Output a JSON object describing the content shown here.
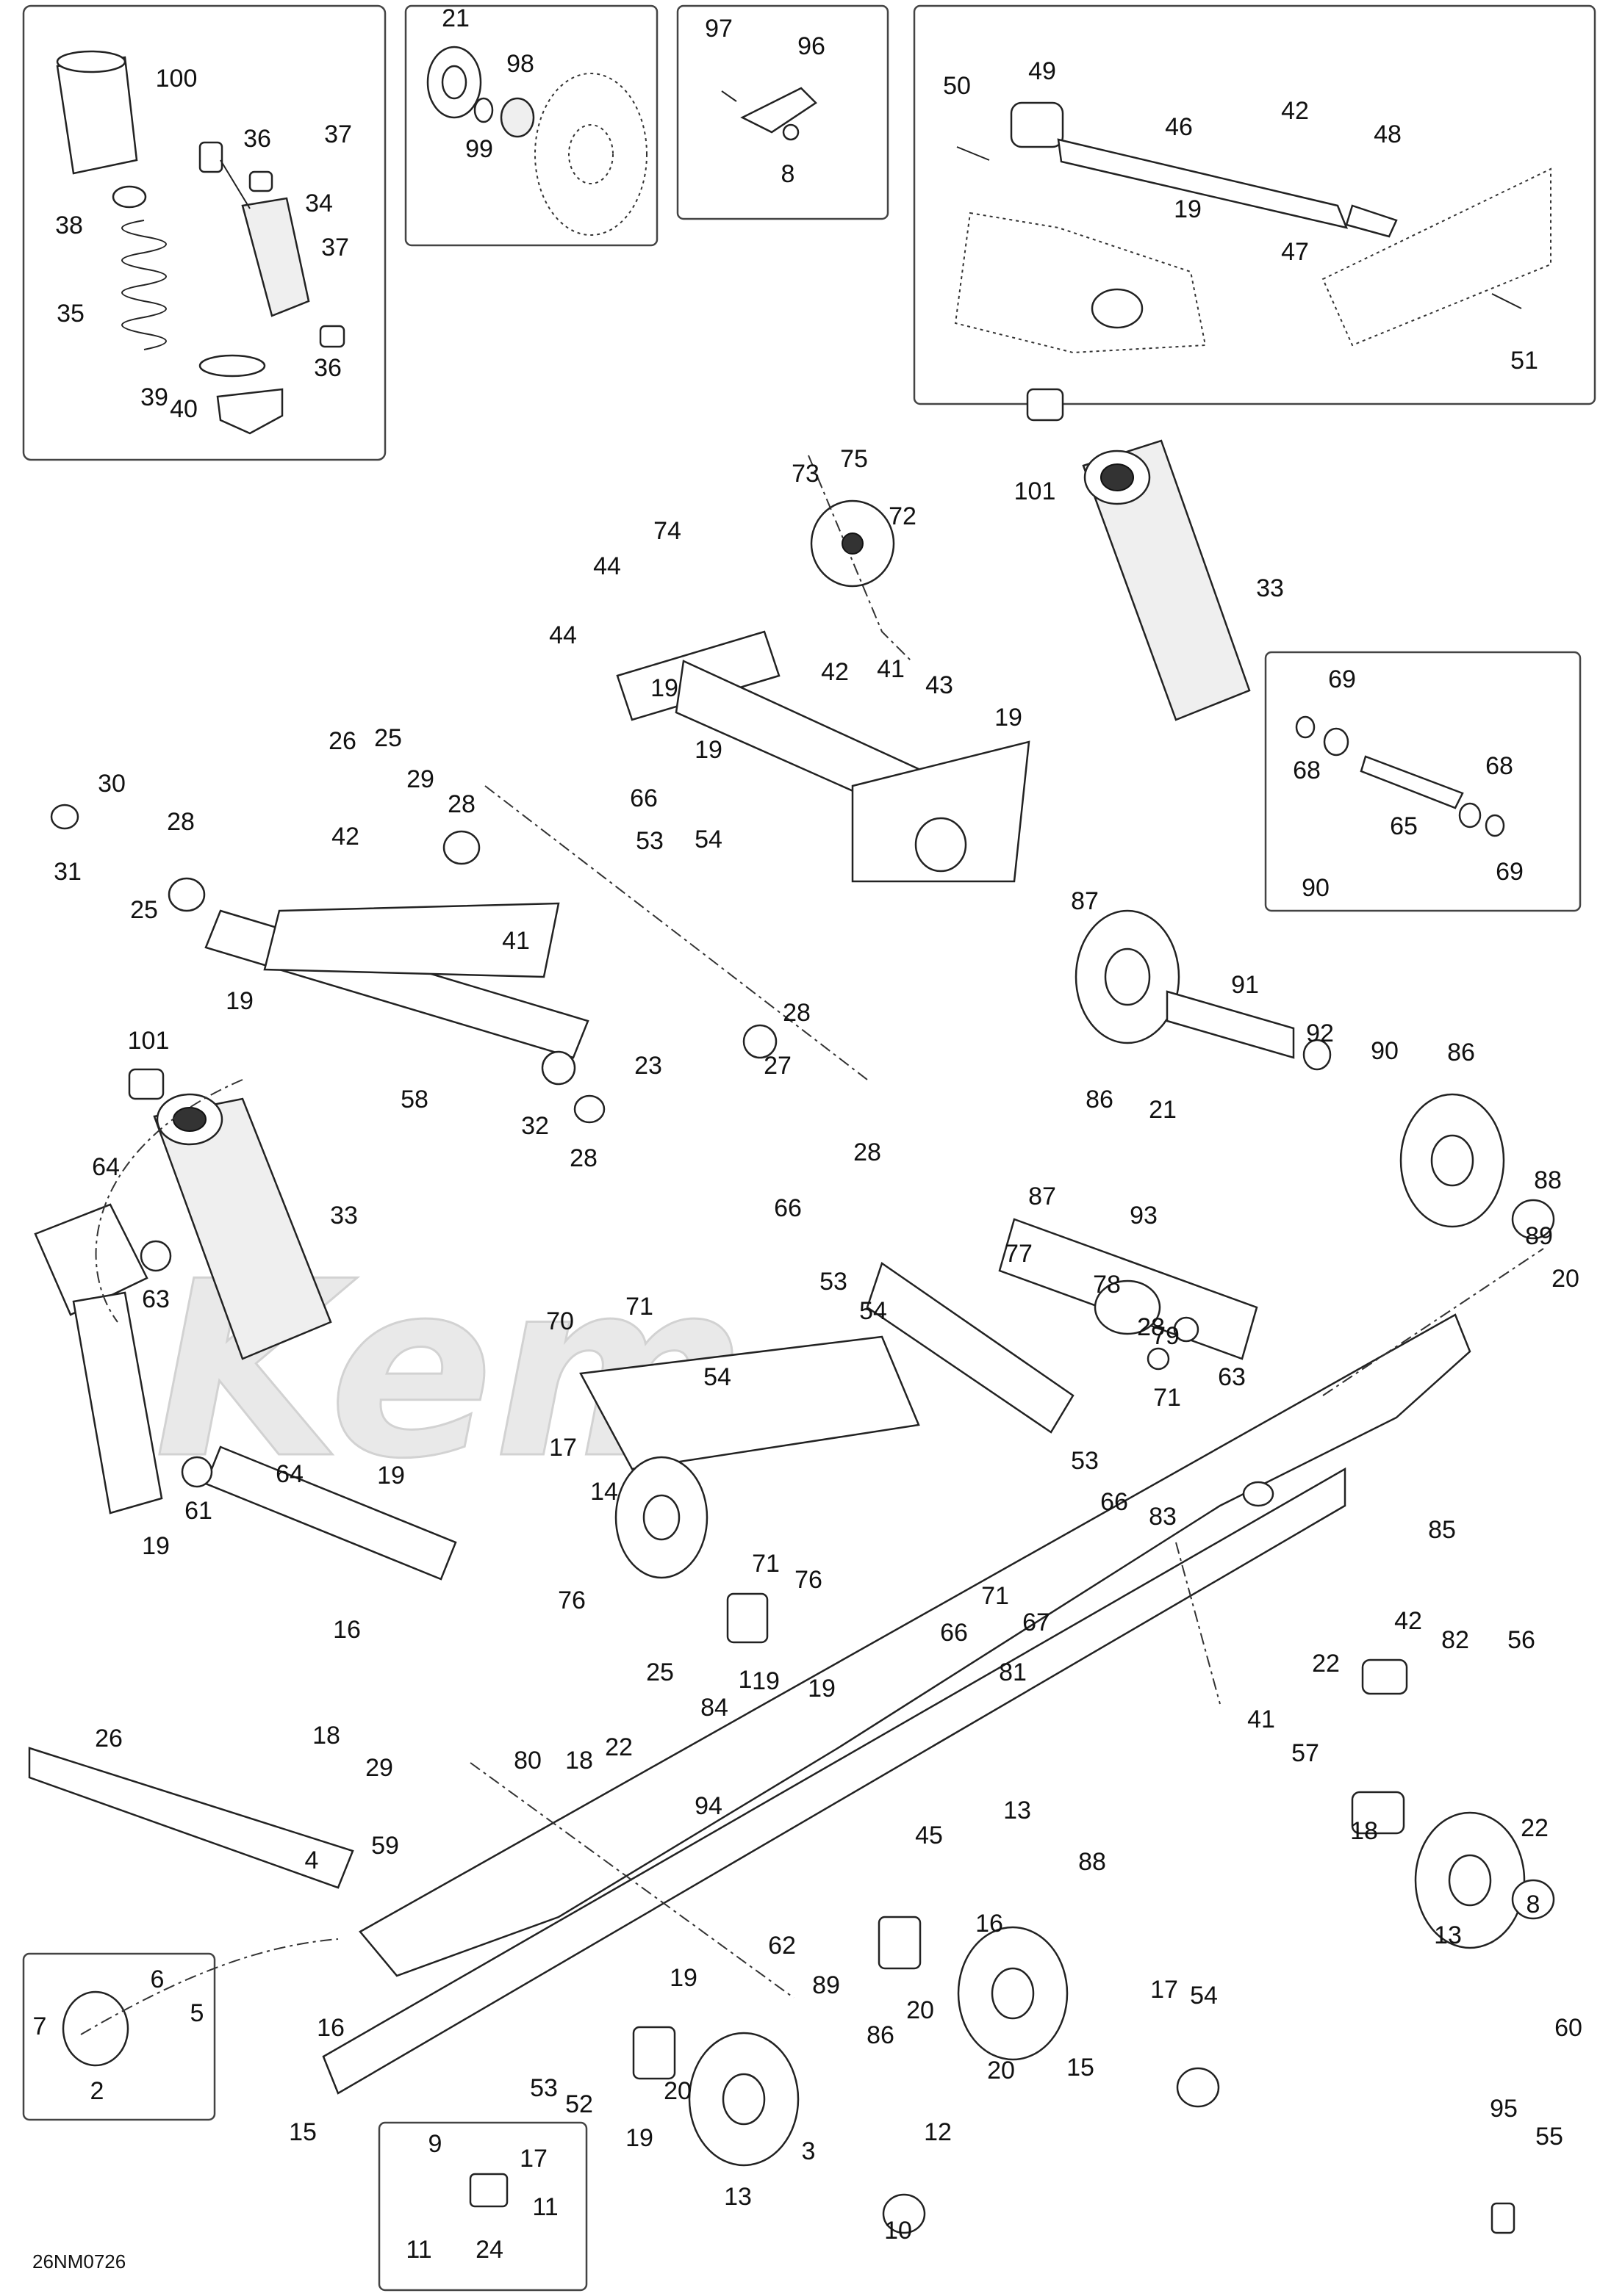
{
  "diagram_code": "26NM0726",
  "watermark": "Kem",
  "labels": [
    "100",
    "21",
    "98",
    "99",
    "97",
    "96",
    "8",
    "50",
    "49",
    "46",
    "42",
    "48",
    "19",
    "47",
    "51",
    "36",
    "37",
    "38",
    "34",
    "35",
    "37",
    "39",
    "36",
    "40",
    "101",
    "73",
    "75",
    "72",
    "74",
    "44",
    "44",
    "19",
    "42",
    "41",
    "43",
    "19",
    "19",
    "66",
    "53",
    "54",
    "33",
    "69",
    "68",
    "68",
    "65",
    "69",
    "30",
    "26",
    "25",
    "29",
    "28",
    "31",
    "25",
    "28",
    "42",
    "41",
    "19",
    "28",
    "27",
    "101",
    "58",
    "23",
    "32",
    "28",
    "90",
    "87",
    "91",
    "92",
    "90",
    "86",
    "21",
    "86",
    "88",
    "89",
    "20",
    "64",
    "63",
    "33",
    "66",
    "28",
    "54",
    "53",
    "87",
    "93",
    "77",
    "78",
    "28",
    "79",
    "71",
    "70",
    "71",
    "54",
    "53",
    "66",
    "83",
    "63",
    "61",
    "64",
    "19",
    "17",
    "14",
    "76",
    "71",
    "76",
    "71",
    "67",
    "66",
    "81",
    "85",
    "42",
    "82",
    "56",
    "19",
    "16",
    "19",
    "84",
    "22",
    "18",
    "29",
    "25",
    "1",
    "19",
    "18",
    "22",
    "80",
    "41",
    "57",
    "26",
    "94",
    "18",
    "13",
    "88",
    "22",
    "16",
    "45",
    "4",
    "59",
    "62",
    "89",
    "8",
    "7",
    "6",
    "5",
    "2",
    "16",
    "19",
    "20",
    "60",
    "86",
    "13",
    "17",
    "15",
    "20",
    "54",
    "53",
    "52",
    "19",
    "20",
    "12",
    "9",
    "17",
    "3",
    "15",
    "13",
    "10",
    "11",
    "11",
    "24",
    "95",
    "55"
  ]
}
